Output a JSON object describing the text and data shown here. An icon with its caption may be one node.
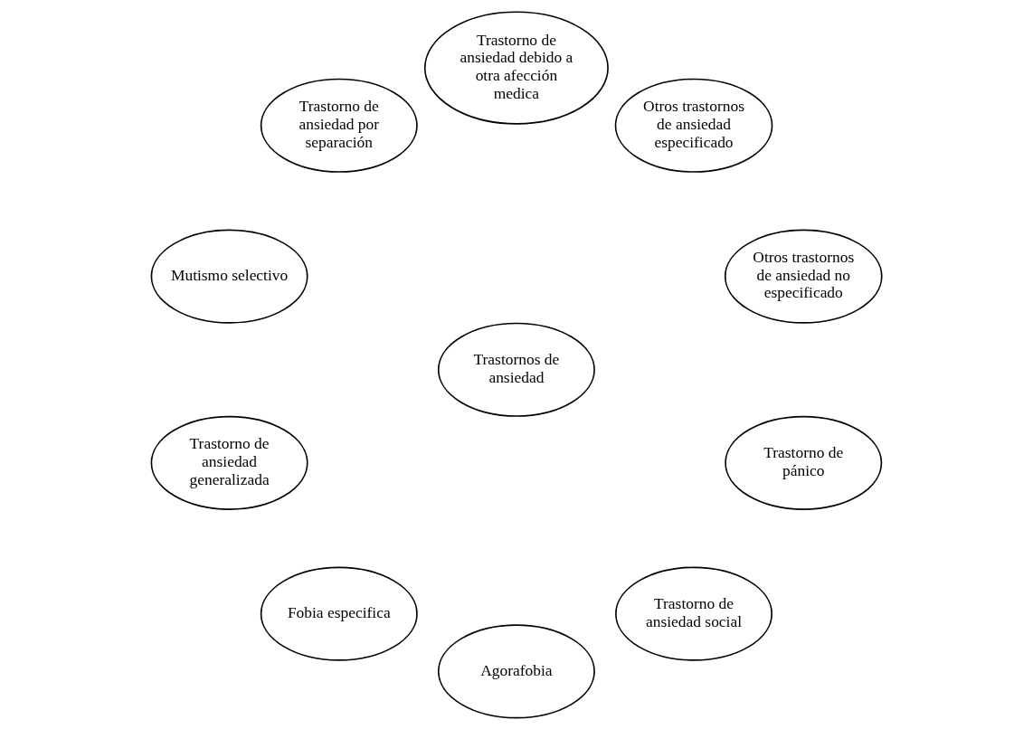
{
  "diagram": {
    "nodes": [
      {
        "text": [
          "Otros trastornos de ansiedad no especificado"
        ]
      },
      {
        "text": [
          "Otros trastornos de ansiedad especificado"
        ]
      },
      {
        "text": [
          "Trastorno de ansiedad debido a otra afección medica"
        ]
      },
      {
        "text": [
          "Trastorno de ansiedad por separación"
        ]
      },
      {
        "text": [
          "Trastornos de ansiedad"
        ]
      },
      {
        "text": [
          "Mutismo selectivo"
        ]
      },
      {
        "text": [
          "Trastorno de ansiedad generalizada"
        ]
      },
      {
        "text": [
          "Fobia especifica"
        ]
      },
      {
        "text": [
          "Agorafobia"
        ]
      },
      {
        "text": [
          "Trastorno de ansiedad social"
        ]
      },
      {
        "text": [
          "Trastorno de pánico"
        ]
      }
    ],
    "edges": []
  }
}
